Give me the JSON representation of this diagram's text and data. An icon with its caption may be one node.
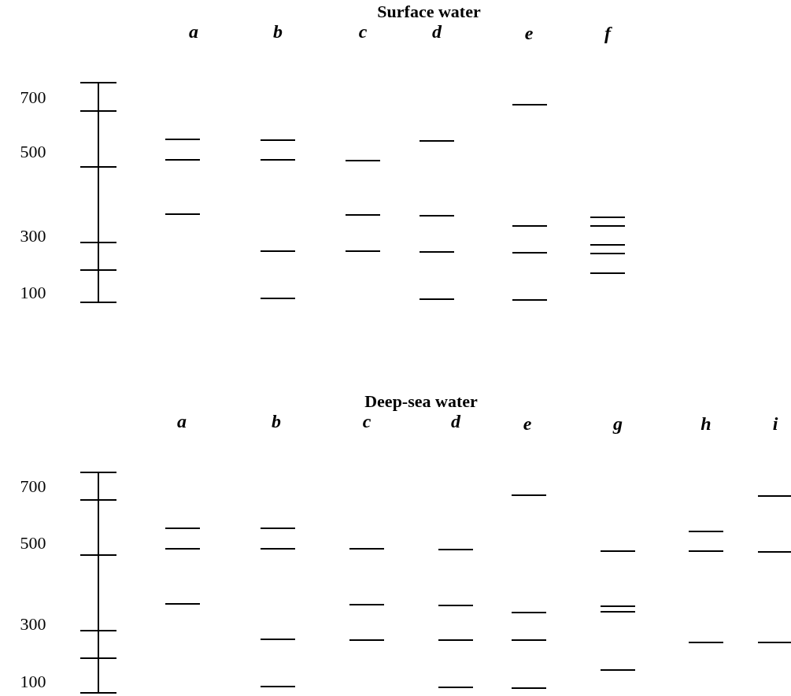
{
  "diagram": {
    "labels": [
      "Surface water",
      "a",
      "b",
      "c",
      "d",
      "e",
      "f",
      "700",
      "500",
      "300",
      "100",
      "Deep-sea water",
      "a",
      "b",
      "c",
      "d",
      "e",
      "g",
      "h",
      "i",
      "700",
      "500",
      "300",
      "100"
    ]
  }
}
